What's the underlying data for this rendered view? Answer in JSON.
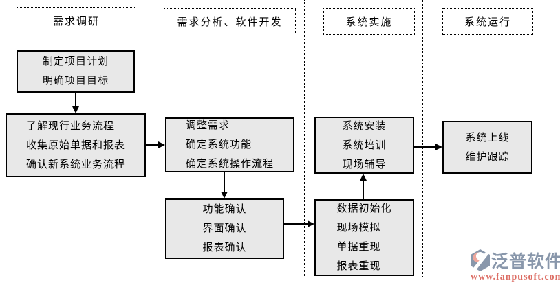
{
  "diagram": {
    "phases": [
      {
        "id": "phase-1",
        "label": "需求调研"
      },
      {
        "id": "phase-2",
        "label": "需求分析、软件开发"
      },
      {
        "id": "phase-3",
        "label": "系统实施"
      },
      {
        "id": "phase-4",
        "label": "系统运行"
      }
    ],
    "boxes": {
      "plan": {
        "phase": "需求调研",
        "lines": [
          "制定项目计划",
          "明确项目目标"
        ]
      },
      "research": {
        "phase": "需求调研",
        "lines": [
          "了解现行业务流程",
          "收集原始单据和报表",
          "确认新系统业务流程"
        ]
      },
      "analysis": {
        "phase": "需求分析、软件开发",
        "lines": [
          "调整需求",
          "确定系统功能",
          "确定系统操作流程"
        ]
      },
      "confirm": {
        "phase": "需求分析、软件开发",
        "lines": [
          "功能确认",
          "界面确认",
          "报表确认"
        ]
      },
      "implement": {
        "phase": "系统实施",
        "lines": [
          "系统安装",
          "系统培训",
          "现场辅导"
        ]
      },
      "dataprep": {
        "phase": "系统实施",
        "lines": [
          "数据初始化",
          "现场模拟",
          "单据重现",
          "报表重现"
        ]
      },
      "operation": {
        "phase": "系统运行",
        "lines": [
          "系统上线",
          "维护跟踪"
        ]
      }
    },
    "edges": [
      {
        "from": "plan",
        "to": "research",
        "direction": "down"
      },
      {
        "from": "research",
        "to": "analysis",
        "direction": "right"
      },
      {
        "from": "analysis",
        "to": "confirm",
        "direction": "down"
      },
      {
        "from": "confirm",
        "to": "dataprep",
        "direction": "right"
      },
      {
        "from": "dataprep",
        "to": "implement",
        "direction": "up"
      },
      {
        "from": "implement",
        "to": "operation",
        "direction": "right"
      }
    ]
  },
  "watermark": {
    "brand": "泛普软件",
    "url": "www.fanpusoft.com",
    "brand_color": "#8997ab",
    "url_color": "#dd6f66"
  },
  "colors": {
    "background": "#ffffff",
    "box_fill": "#e8e8e8",
    "box_border": "#000000",
    "divider": "#000000",
    "text": "#000000"
  }
}
